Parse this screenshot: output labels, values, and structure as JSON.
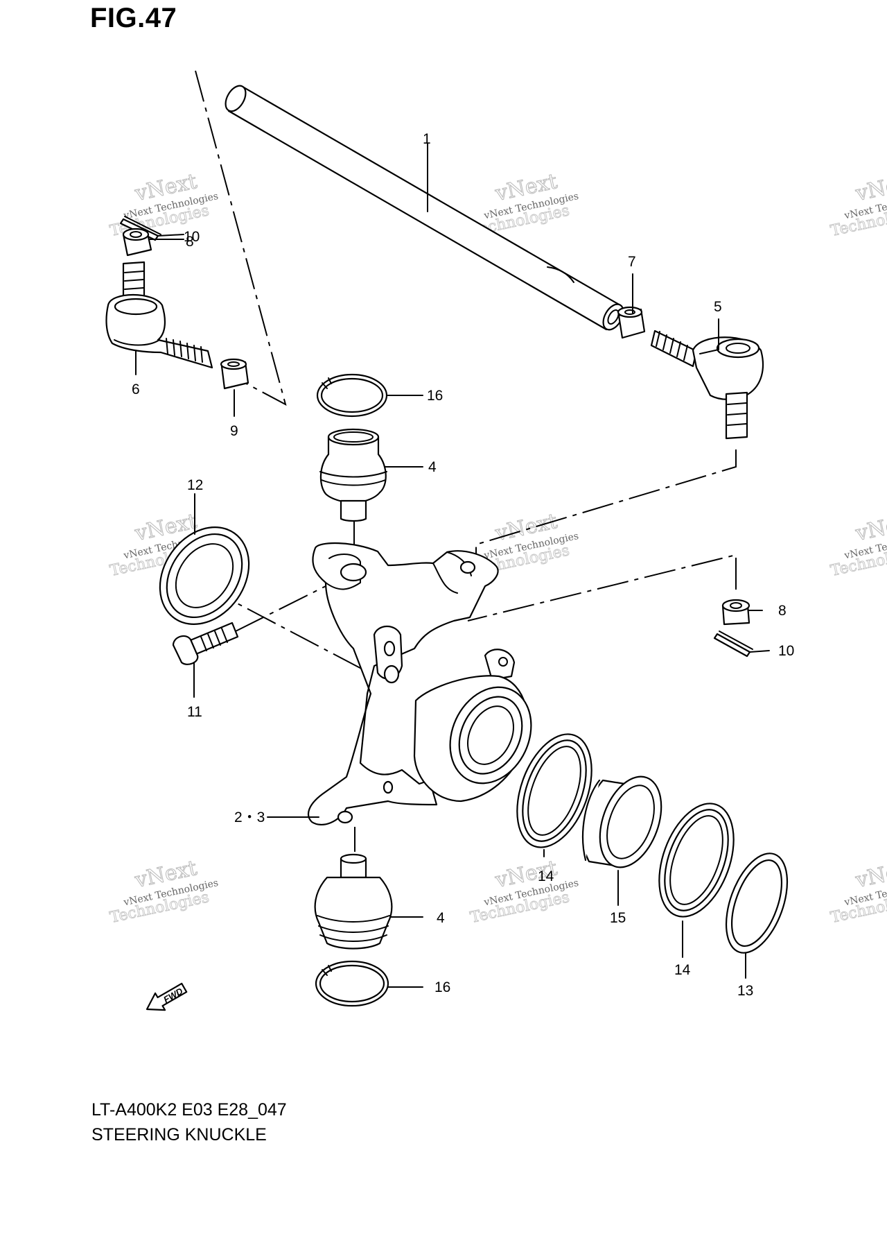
{
  "figure": {
    "title": "FIG.47"
  },
  "caption": {
    "model": "LT-A400K2 E03 E28_047",
    "name": "STEERING KNUCKLE"
  },
  "watermark": {
    "line1": "vNext Technologies",
    "line2": "vNext",
    "line3": "Technologies"
  },
  "fwd_label": "FWD",
  "callouts": [
    {
      "id": "1",
      "text": "1"
    },
    {
      "id": "10a",
      "text": "10"
    },
    {
      "id": "8a",
      "text": "8"
    },
    {
      "id": "7",
      "text": "7"
    },
    {
      "id": "5",
      "text": "5"
    },
    {
      "id": "6",
      "text": "6"
    },
    {
      "id": "16a",
      "text": "16"
    },
    {
      "id": "9",
      "text": "9"
    },
    {
      "id": "4a",
      "text": "4"
    },
    {
      "id": "12",
      "text": "12"
    },
    {
      "id": "8b",
      "text": "8"
    },
    {
      "id": "10b",
      "text": "10"
    },
    {
      "id": "11",
      "text": "11"
    },
    {
      "id": "23",
      "text": "2・3"
    },
    {
      "id": "14a",
      "text": "14"
    },
    {
      "id": "15",
      "text": "15"
    },
    {
      "id": "4b",
      "text": "4"
    },
    {
      "id": "14b",
      "text": "14"
    },
    {
      "id": "16b",
      "text": "16"
    },
    {
      "id": "13",
      "text": "13"
    }
  ]
}
